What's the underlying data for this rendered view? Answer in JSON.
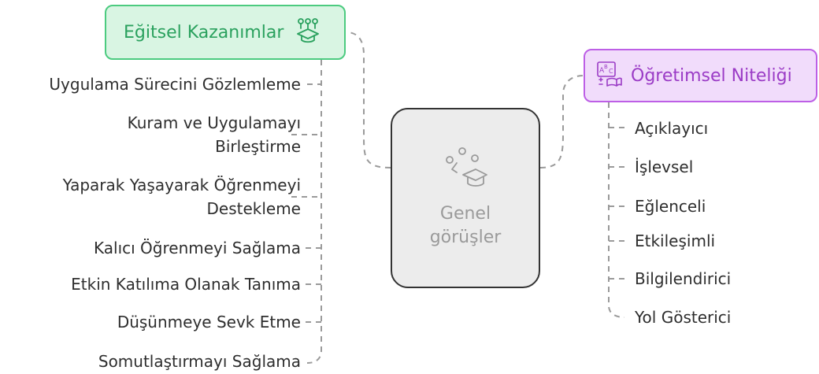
{
  "center": {
    "title": "Genel görüşler",
    "icon": "lightbulb-graduation-icon"
  },
  "left_group": {
    "title": "Eğitsel Kazanımlar",
    "icon": "graduation-plants-icon",
    "items": [
      "Uygulama Sürecini Gözlemleme",
      "Kuram ve Uygulamayı Birleştirme",
      "Yaparak Yaşayarak Öğrenmeyi Destekleme",
      "Kalıcı Öğrenmeyi Sağlama",
      "Etkin Katılıma Olanak Tanıma",
      "Düşünmeye Sevk Etme",
      "Somutlaştırmayı Sağlama"
    ]
  },
  "right_group": {
    "title": "Öğretimsel Niteliği",
    "icon": "abc-book-icon",
    "items": [
      "Açıklayıcı",
      "İşlevsel",
      "Eğlenceli",
      "Etkileşimli",
      "Bilgilendirici",
      "Yol Gösterici"
    ]
  },
  "colors": {
    "left_accent": "#4ccb80",
    "right_accent": "#bd5fe6",
    "center_border": "#333333",
    "connector": "#9a9a9a"
  }
}
